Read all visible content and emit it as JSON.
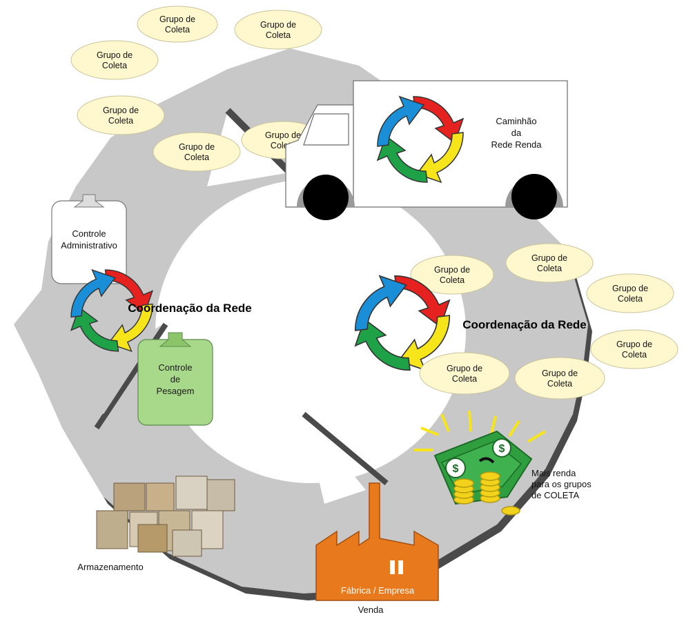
{
  "diagram": {
    "group_label_line1": "Grupo de",
    "group_label_line2": "Coleta",
    "truck": {
      "line1": "Caminhão",
      "line2": "da",
      "line3": "Rede Renda"
    },
    "coordination_label": "Coordenação da Rede",
    "admin_box": {
      "line1": "Controle",
      "line2": "Administrativo"
    },
    "weighing_box": {
      "line1": "Controle",
      "line2": "de",
      "line3": "Pesagem"
    },
    "income_label": {
      "line1": "Mais renda",
      "line2": "para os grupos",
      "line3": "de COLETA"
    },
    "factory_label": "Fábrica / Empresa",
    "sale_label": "Venda",
    "storage_label": "Armazenamento",
    "colors": {
      "cycle_gray": "#c8c8c8",
      "cycle_shadow": "#4a4a4a",
      "ellipse_fill": "#fff8cf",
      "weighing_green": "#a8d98a",
      "factory_orange": "#e8791c",
      "money_green": "#2e9e3e",
      "coin_gold": "#f2d21a",
      "arrow_red": "#e52220",
      "arrow_yellow": "#f7e51b",
      "arrow_green": "#1fa148",
      "arrow_blue": "#1b8ed8"
    }
  }
}
